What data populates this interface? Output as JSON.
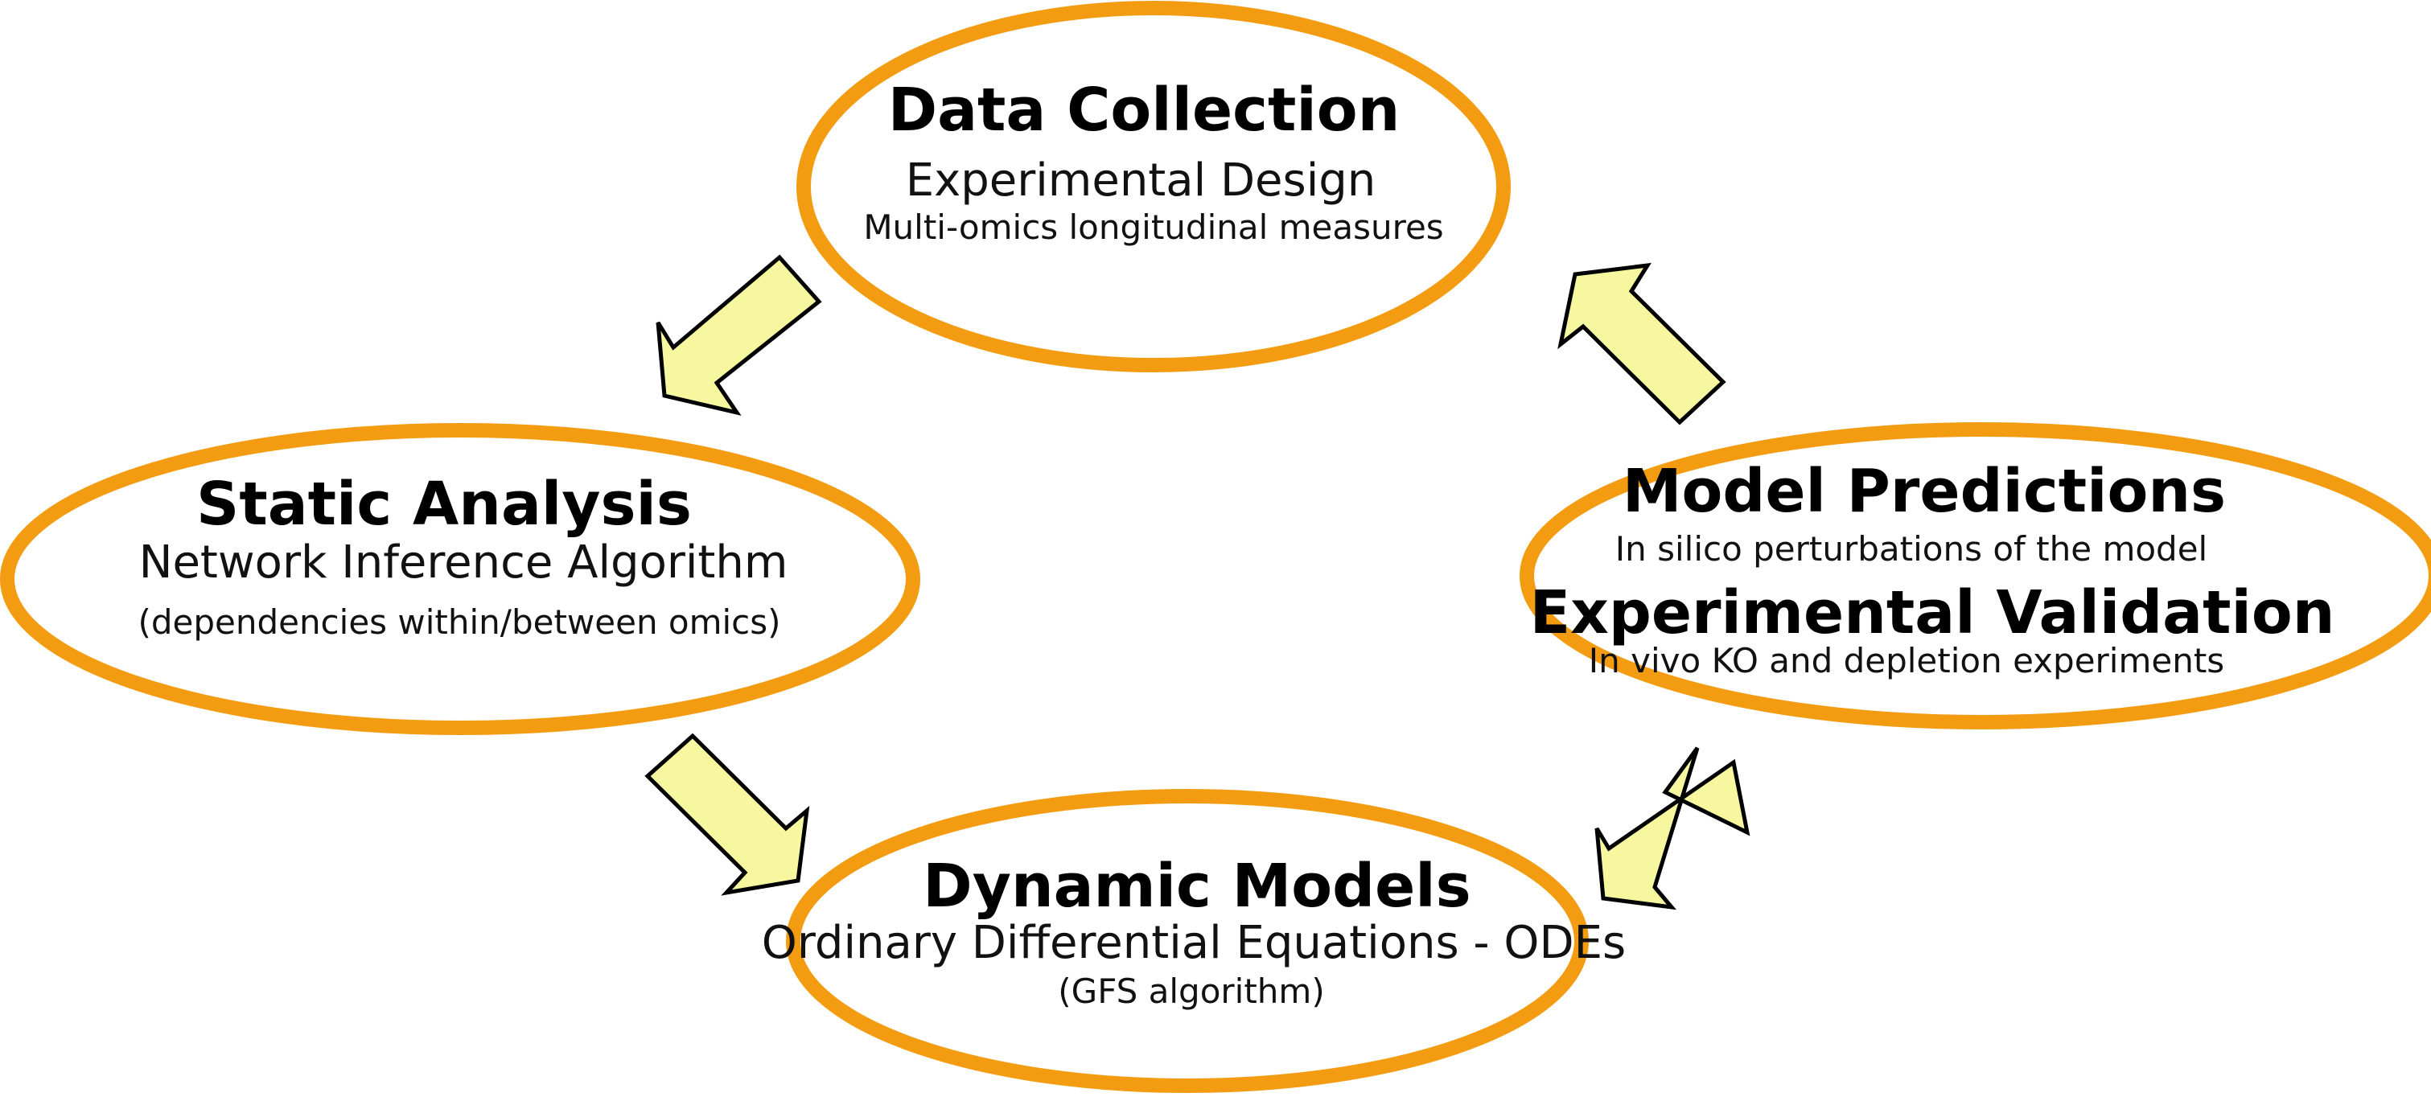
{
  "colors": {
    "ellipse_stroke": "#f39c12",
    "arrow_fill": "#f7f7a0",
    "arrow_stroke": "#000000"
  },
  "nodes": {
    "data_collection": {
      "title": "Data Collection",
      "subtitle": "Experimental Design",
      "detail": "Multi-omics longitudinal measures"
    },
    "static_analysis": {
      "title": "Static Analysis",
      "subtitle": "Network Inference Algorithm",
      "detail": "(dependencies within/between omics)"
    },
    "dynamic_models": {
      "title": "Dynamic Models",
      "subtitle": "Ordinary Differential Equations - ODEs",
      "detail": "(GFS algorithm)"
    },
    "model_predictions": {
      "title": "Model Predictions",
      "detail": "In silico perturbations of the model",
      "title2": "Experimental Validation",
      "detail2": "In vivo KO and depletion experiments"
    }
  },
  "arrows": [
    {
      "name": "data-collection-to-static-analysis",
      "direction": "single"
    },
    {
      "name": "static-analysis-to-dynamic-models",
      "direction": "single"
    },
    {
      "name": "dynamic-models-model-predictions",
      "direction": "double"
    },
    {
      "name": "model-predictions-to-data-collection",
      "direction": "single"
    }
  ]
}
